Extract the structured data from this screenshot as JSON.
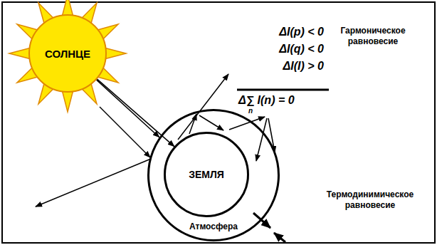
{
  "diagram": {
    "nodes": [
      {
        "text": [
          "СОЛНЦЕ"
        ]
      },
      {
        "text": [
          "Атмосфера"
        ]
      },
      {
        "text": [
          "ЗЕМЛЯ"
        ],
        "in": 1
      }
    ],
    "edges": [
      {
        "from": 0,
        "to": 2,
        "arrow": "to"
      },
      {
        "from": 0,
        "to": 1,
        "arrow": "to"
      }
    ],
    "labels": [
      "ΔI(p) < 0",
      "ΔI(q) < 0",
      "ΔI(I) > 0",
      "Δ∑ I(n) = 0",
      "n",
      "Гармоническое равновесие",
      "Термодинимическое равновесие"
    ]
  }
}
